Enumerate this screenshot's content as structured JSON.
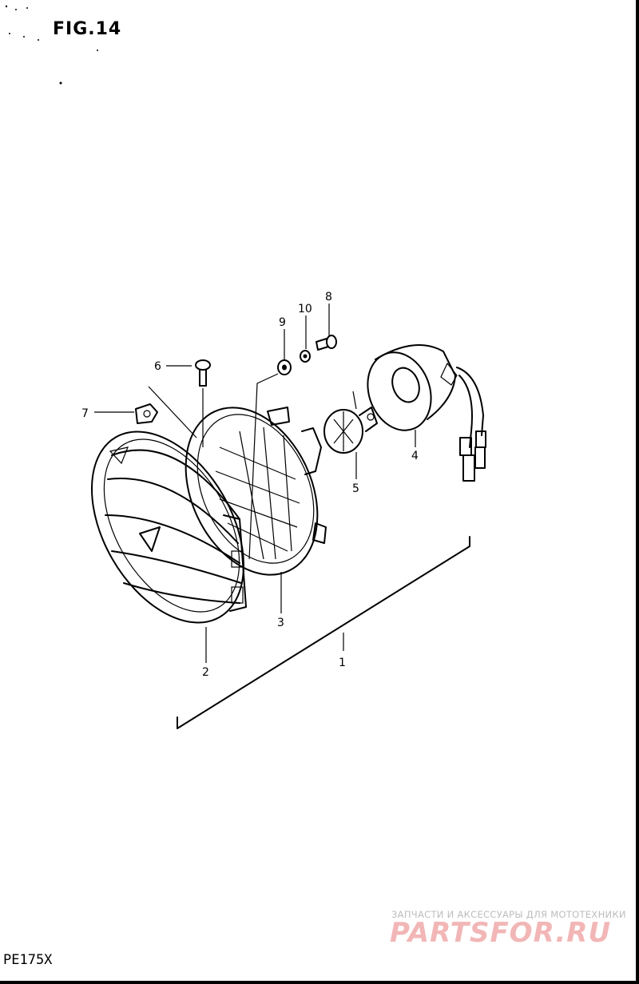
{
  "figure": {
    "title": "FIG.14"
  },
  "footer": {
    "model": "PE175X"
  },
  "watermark": {
    "tagline": "ЗАПЧАСТИ И АКСЕССУАРЫ ДЛЯ МОТОТЕХНИКИ",
    "brand": "PARTSFOR.RU"
  },
  "callouts": [
    {
      "id": "c1",
      "label": "1"
    },
    {
      "id": "c2",
      "label": "2"
    },
    {
      "id": "c3",
      "label": "3"
    },
    {
      "id": "c4",
      "label": "4"
    },
    {
      "id": "c5",
      "label": "5"
    },
    {
      "id": "c6",
      "label": "6"
    },
    {
      "id": "c7",
      "label": "7"
    },
    {
      "id": "c8",
      "label": "8"
    },
    {
      "id": "c9",
      "label": "9"
    },
    {
      "id": "c10",
      "label": "10"
    }
  ]
}
